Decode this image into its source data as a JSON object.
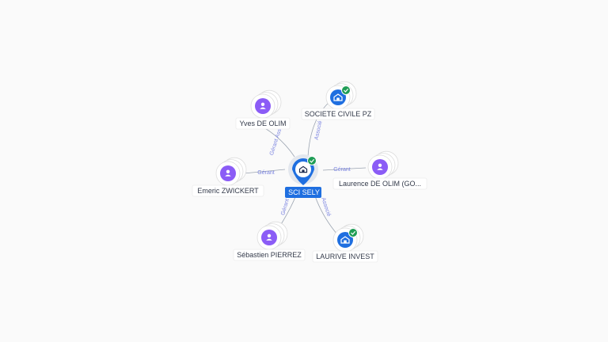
{
  "colors": {
    "person": "#8b5cf6",
    "company": "#1f6fe0",
    "badge": "#1f9d55",
    "edge_label": "#7b84e0"
  },
  "center": {
    "label": "SCI SELY",
    "icon": "building-icon",
    "verified": true
  },
  "nodes": [
    {
      "id": "yves",
      "label": "Yves DE OLIM",
      "kind": "person",
      "icon": "person-icon"
    },
    {
      "id": "societe",
      "label": "SOCIETE CIVILE PZ",
      "kind": "company",
      "icon": "building-icon",
      "verified": true
    },
    {
      "id": "emeric",
      "label": "Emeric ZWICKERT",
      "kind": "person",
      "icon": "person-icon"
    },
    {
      "id": "laurence",
      "label": "Laurence DE OLIM (GO...",
      "kind": "person",
      "icon": "person-icon"
    },
    {
      "id": "sebastien",
      "label": "Sébastien PIERREZ",
      "kind": "person",
      "icon": "person-icon"
    },
    {
      "id": "laurive",
      "label": "LAURIVE INVEST",
      "kind": "company",
      "icon": "building-icon",
      "verified": true
    }
  ],
  "edges": [
    {
      "from": "yves",
      "label": "Gérant Associé"
    },
    {
      "from": "societe",
      "label": "Associé"
    },
    {
      "from": "emeric",
      "label": "Gérant"
    },
    {
      "from": "laurence",
      "label": "Gérant"
    },
    {
      "from": "sebastien",
      "label": "Gérant"
    },
    {
      "from": "laurive",
      "label": "Associé"
    }
  ]
}
